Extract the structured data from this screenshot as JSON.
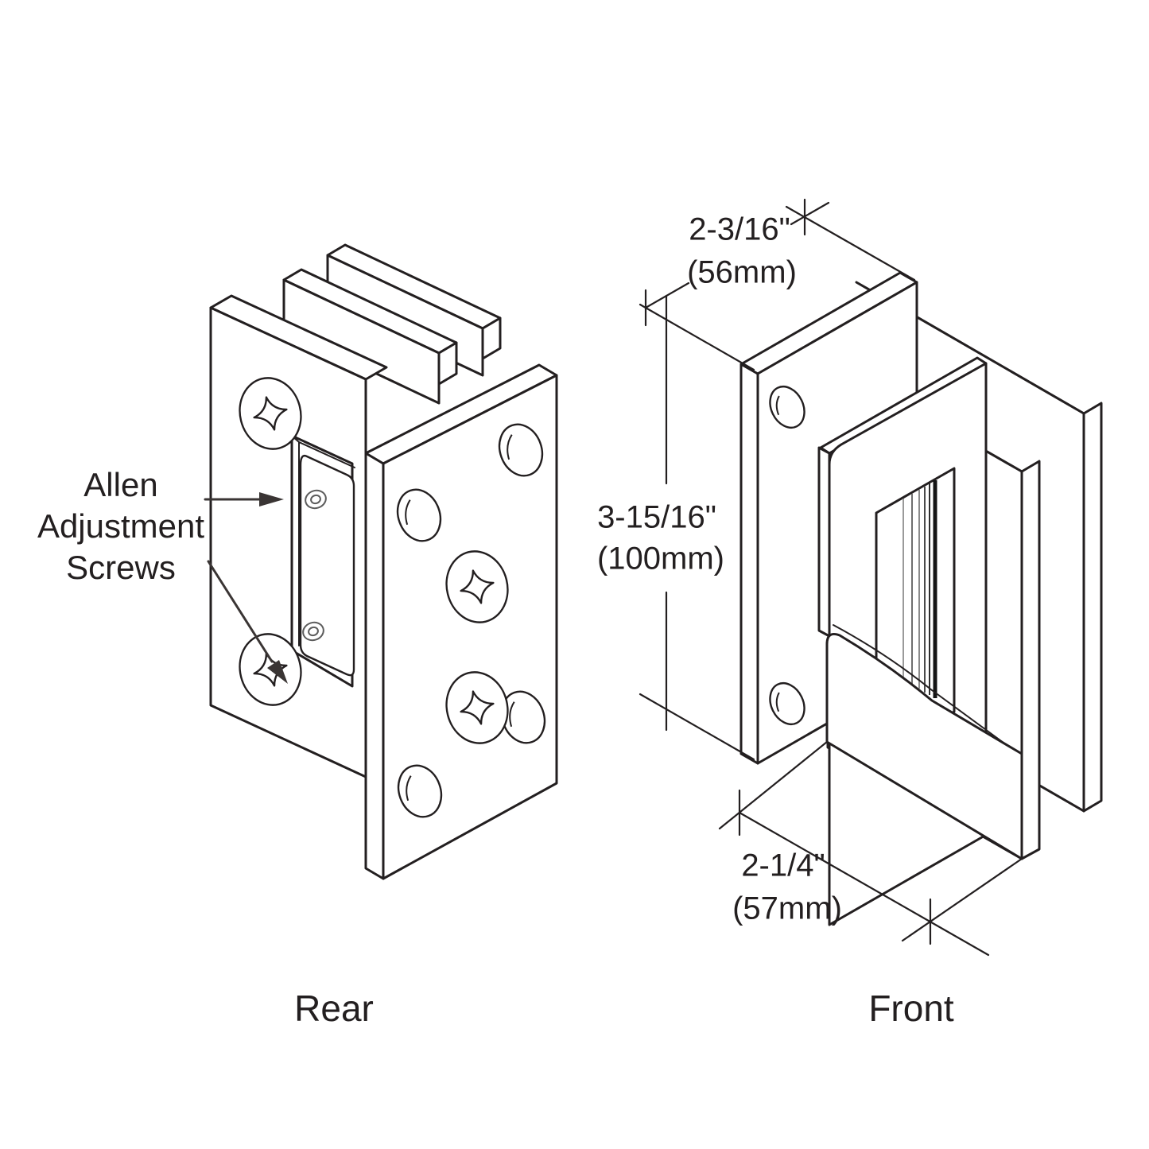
{
  "figure": {
    "background_color": "#ffffff",
    "line_color": "#231f20",
    "rear": {
      "caption": "Rear",
      "callout": {
        "line1": "Allen",
        "line2": "Adjustment",
        "line3": "Screws"
      }
    },
    "front": {
      "caption": "Front",
      "dim_width": {
        "line1": "2-3/16\"",
        "line2": "(56mm)"
      },
      "dim_height": {
        "line1": "3-15/16\"",
        "line2": "(100mm)"
      },
      "dim_depth": {
        "line1": "2-1/4\"",
        "line2": "(57mm)"
      }
    }
  }
}
